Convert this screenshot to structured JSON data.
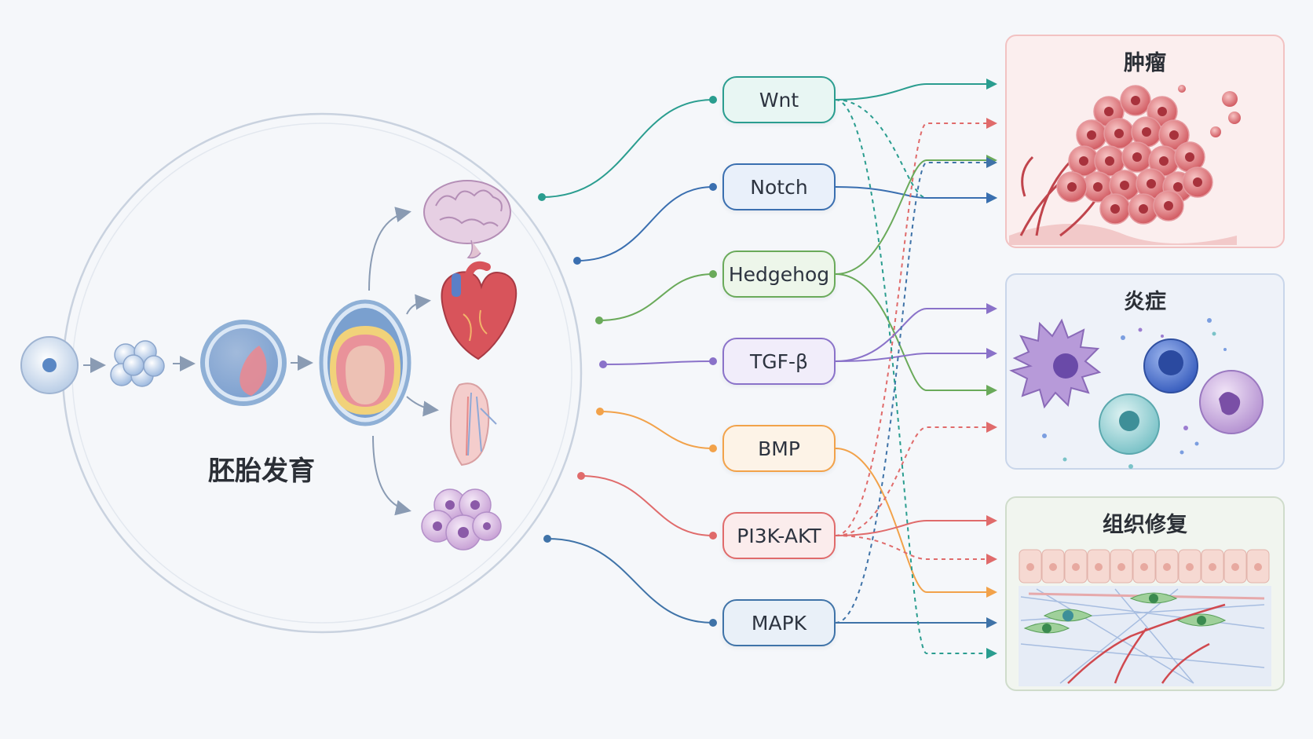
{
  "center_label": "胚胎发育",
  "pathways": [
    {
      "name": "Wnt",
      "color": "#2a9d8f",
      "fill": "#e8f6f3"
    },
    {
      "name": "Notch",
      "color": "#3a6fb0",
      "fill": "#e9f0fa"
    },
    {
      "name": "Hedgehog",
      "color": "#6aaa5a",
      "fill": "#edf6ea"
    },
    {
      "name": "TGF-β",
      "color": "#8a72c9",
      "fill": "#f1edfa"
    },
    {
      "name": "BMP",
      "color": "#f2a24a",
      "fill": "#fdf3e7"
    },
    {
      "name": "PI3K-AKT",
      "color": "#e06b6b",
      "fill": "#fbecec"
    },
    {
      "name": "MAPK",
      "color": "#3f73a8",
      "fill": "#e9f0f8"
    }
  ],
  "outcomes": [
    {
      "name": "肿瘤",
      "border": "#f2c2c2",
      "fill": "#fbeeee"
    },
    {
      "name": "炎症",
      "border": "#c9d6ea",
      "fill": "#eef2f9"
    },
    {
      "name": "组织修复",
      "border": "#cfdccb",
      "fill": "#f1f5ef"
    }
  ]
}
